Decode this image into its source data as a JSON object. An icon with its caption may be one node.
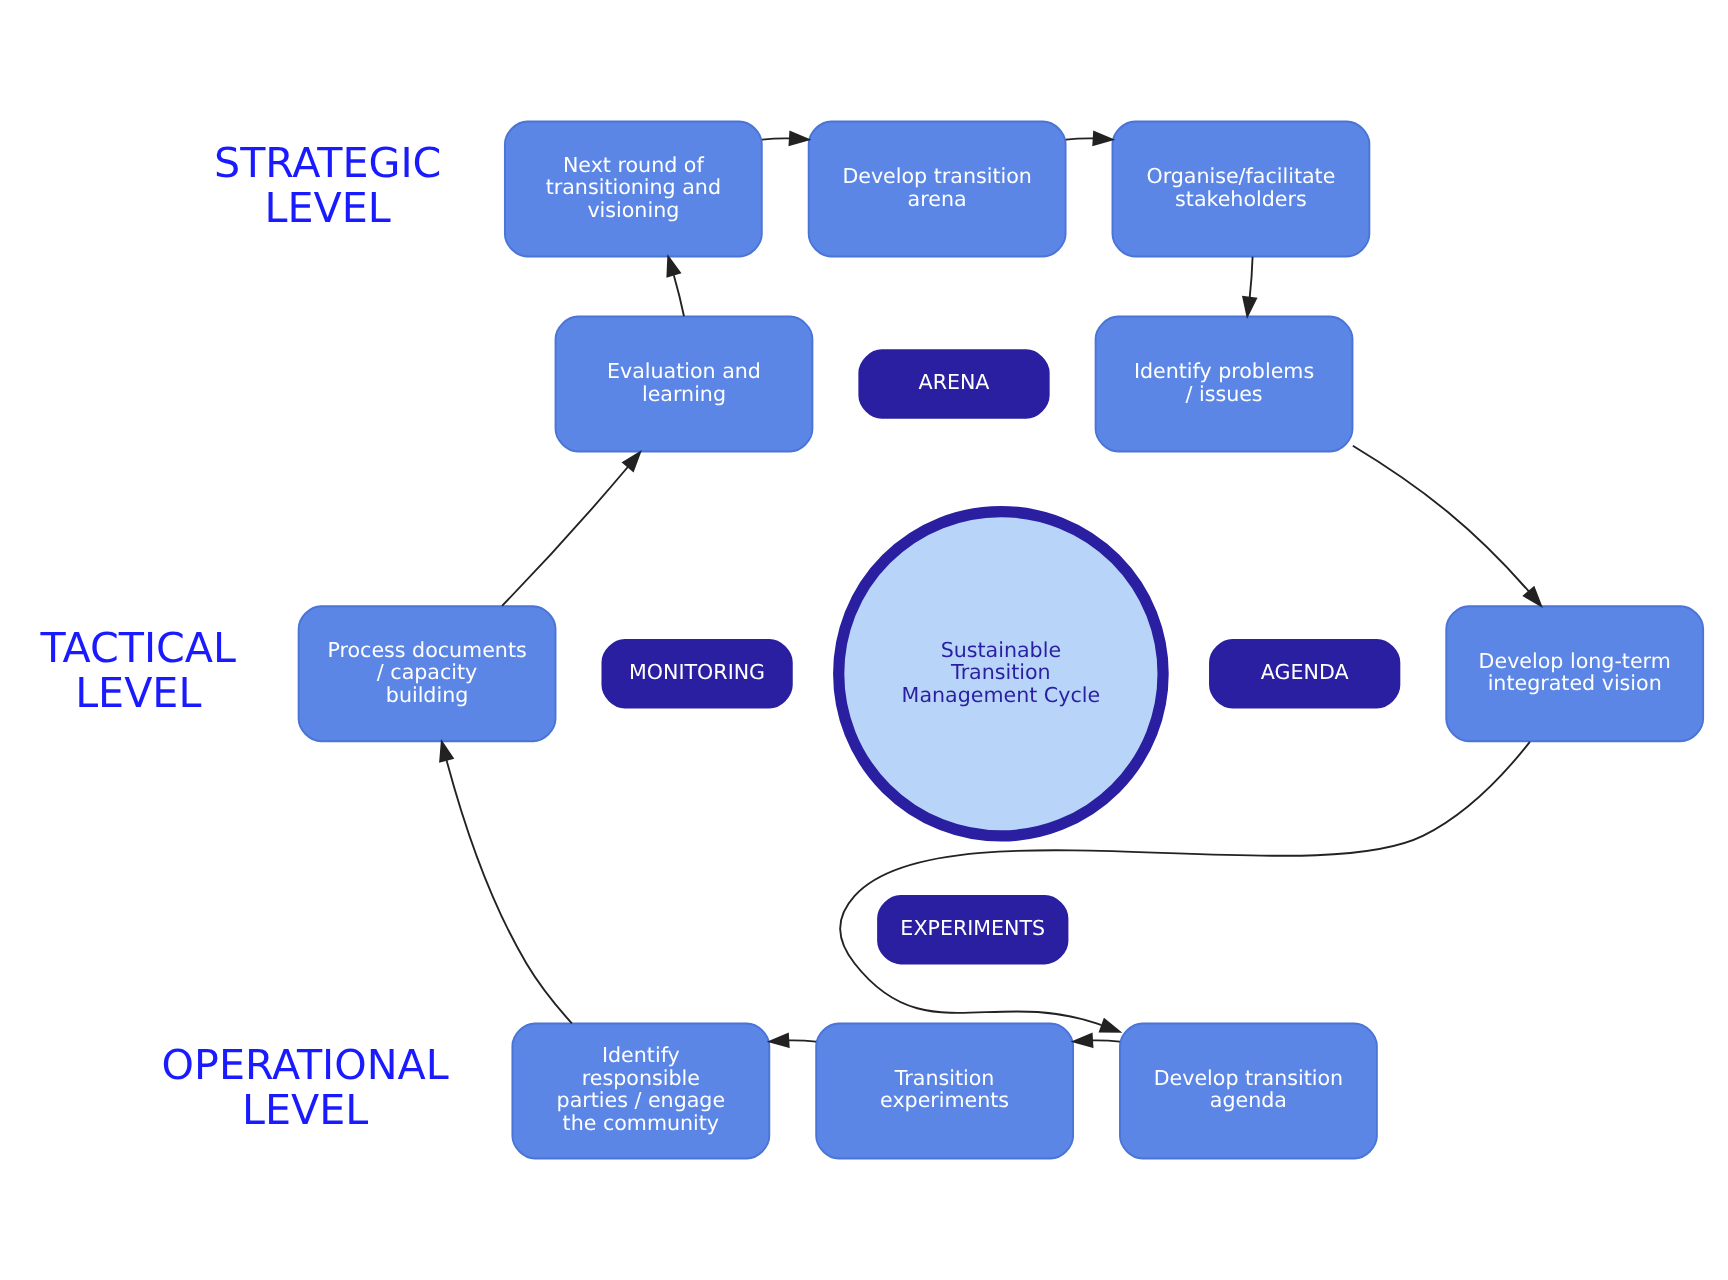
{
  "diagram": {
    "nodes": [
      {
        "text": [
          "Next round of transitioning and visioning"
        ]
      },
      {
        "text": [
          "Develop transition arena"
        ]
      },
      {
        "text": [
          "Organise/facilitate stakeholders"
        ]
      },
      {
        "text": [
          "Identify problems / issues"
        ]
      },
      {
        "text": [
          "Develop long-term integrated vision"
        ]
      },
      {
        "text": [
          "Develop transition agenda"
        ]
      },
      {
        "text": [
          "Transition experiments"
        ]
      },
      {
        "text": [
          "Identify responsible parties / engage the community"
        ]
      },
      {
        "text": [
          "Process documents / capacity building"
        ]
      },
      {
        "text": [
          "Evaluation and learning"
        ]
      },
      {
        "text": [
          "ARENA"
        ]
      },
      {
        "text": [
          "AGENDA"
        ]
      },
      {
        "text": [
          "EXPERIMENTS"
        ]
      },
      {
        "text": [
          "MONITORING"
        ]
      },
      {
        "text": [
          "Sustainable Transition Management Cycle"
        ]
      }
    ],
    "edges": [
      {
        "from": 0,
        "to": 1,
        "arrow": "to"
      },
      {
        "from": 1,
        "to": 2,
        "arrow": "to"
      },
      {
        "from": 2,
        "to": 3,
        "arrow": "to"
      },
      {
        "from": 3,
        "to": 4,
        "arrow": "to"
      },
      {
        "from": 4,
        "to": 5,
        "arrow": "to"
      },
      {
        "from": 5,
        "to": 6,
        "arrow": "to"
      },
      {
        "from": 6,
        "to": 7,
        "arrow": "to"
      },
      {
        "from": 7,
        "to": 8,
        "arrow": "to"
      },
      {
        "from": 8,
        "to": 9,
        "arrow": "to"
      },
      {
        "from": 9,
        "to": 0,
        "arrow": "to"
      }
    ],
    "labels": [
      "STRATEGIC LEVEL",
      "TACTICAL LEVEL",
      "OPERATIONAL LEVEL"
    ]
  }
}
